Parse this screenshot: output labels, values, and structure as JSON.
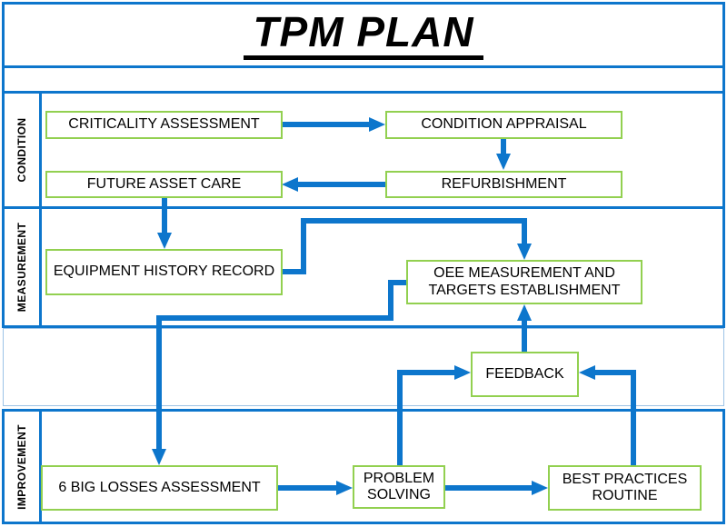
{
  "page": {
    "title": "TPM PLAN"
  },
  "sections": {
    "condition": {
      "label": "CONDITION"
    },
    "measurement": {
      "label": "MEASUREMENT"
    },
    "improvement": {
      "label": "IMPROVEMENT"
    }
  },
  "boxes": {
    "criticality_assessment": {
      "label": "CRITICALITY ASSESSMENT"
    },
    "condition_appraisal": {
      "label": "CONDITION APPRAISAL"
    },
    "future_asset_care": {
      "label": "FUTURE ASSET CARE"
    },
    "refurbishment": {
      "label": "REFURBISHMENT"
    },
    "equipment_history_record": {
      "label": "EQUIPMENT HISTORY RECORD"
    },
    "oee_measurement": {
      "label": "OEE MEASUREMENT AND TARGETS ESTABLISHMENT"
    },
    "feedback": {
      "label": "FEEDBACK"
    },
    "six_big_losses": {
      "label": "6 BIG LOSSES ASSESSMENT"
    },
    "problem_solving": {
      "label": "PROBLEM SOLVING"
    },
    "best_practices": {
      "label": "BEST PRACTICES ROUTINE"
    }
  },
  "flows": [
    {
      "from": "criticality_assessment",
      "to": "condition_appraisal"
    },
    {
      "from": "condition_appraisal",
      "to": "refurbishment"
    },
    {
      "from": "refurbishment",
      "to": "future_asset_care"
    },
    {
      "from": "future_asset_care",
      "to": "equipment_history_record"
    },
    {
      "from": "equipment_history_record",
      "to": "oee_measurement"
    },
    {
      "from": "oee_measurement",
      "to": "six_big_losses"
    },
    {
      "from": "six_big_losses",
      "to": "problem_solving"
    },
    {
      "from": "problem_solving",
      "to": "best_practices"
    },
    {
      "from": "problem_solving",
      "to": "feedback"
    },
    {
      "from": "best_practices",
      "to": "feedback"
    },
    {
      "from": "feedback",
      "to": "oee_measurement"
    }
  ],
  "colors": {
    "line_blue": "#0d76cc",
    "light_blue": "#9dc3e6",
    "box_green": "#92d050"
  }
}
